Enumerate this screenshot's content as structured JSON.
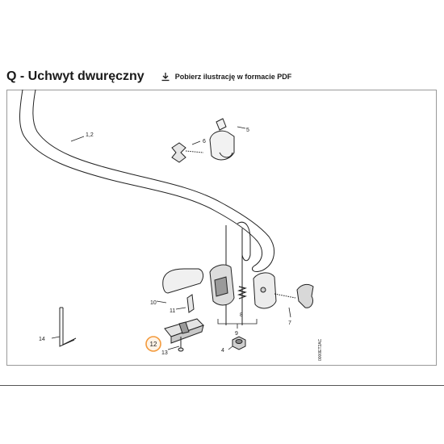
{
  "header": {
    "title": "Q - Uchwyt dwuręczny",
    "download_label": "Pobierz ilustrację w formacie PDF"
  },
  "diagram": {
    "parts": [
      {
        "id": "p12",
        "label": "1,2"
      },
      {
        "id": "p5",
        "label": "5"
      },
      {
        "id": "p6",
        "label": "6"
      },
      {
        "id": "p10",
        "label": "10"
      },
      {
        "id": "p11",
        "label": "11"
      },
      {
        "id": "p8",
        "label": "8"
      },
      {
        "id": "p9",
        "label": "9"
      },
      {
        "id": "p7",
        "label": "7"
      },
      {
        "id": "p14",
        "label": "14"
      },
      {
        "id": "p12b",
        "label": "12"
      },
      {
        "id": "p13",
        "label": "13"
      },
      {
        "id": "p4",
        "label": "4"
      }
    ],
    "code": "0000ET2AC",
    "highlight_color": "#f39a3c",
    "line_color": "#222222"
  }
}
